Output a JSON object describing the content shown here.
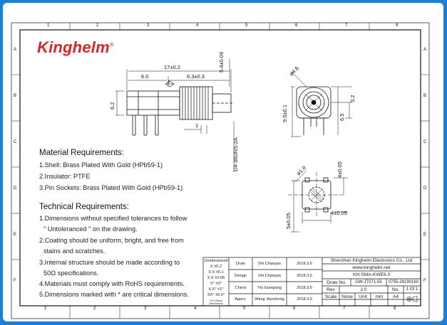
{
  "brand": {
    "name": "Kinghelm",
    "reg": "®"
  },
  "grid": {
    "cols": [
      "1",
      "2",
      "3",
      "4",
      "5",
      "6",
      "7",
      "8"
    ],
    "rows": [
      "A",
      "B",
      "C",
      "D",
      "E",
      "F"
    ]
  },
  "dimensions": {
    "overall_length": "17±0.2",
    "seg_a": "6.0",
    "seg_b": "6.3±0.3",
    "star": "2",
    "height": "5.4±0.09",
    "side": "6.2",
    "pin": "1",
    "thread": "1/4-36UNS-2A",
    "diam": "ø4.6",
    "h2": "9.5±0.1",
    "d32": "3.2",
    "d65": "6.5",
    "diam_pin": "ø1.0",
    "sq1": "4±0.05",
    "sq2": "4±0.05",
    "sq3": "5±0.05"
  },
  "material": {
    "title": "Material Requirements:",
    "items": [
      "1.Shell: Brass Plated With Gold (HPb59-1)",
      "2.Insulator: PTFE",
      "3.Pin Sockets: Brass Plated With Gold (HPb59-1)"
    ]
  },
  "technical": {
    "title": "Technical Requirements:",
    "items": [
      "1.Dimensions without specified tolerances to follow",
      "\" Untoleranced \" on the drawing.",
      "2.Coating should be uniform, bright, and free from",
      "stains and scratches.",
      "3.Internal structure should be made according to",
      "50Ω specifications.",
      "4.Materials must comply with RoHS requirements.",
      "5.Dimensions marked with * are critical dimensions."
    ]
  },
  "tolerance": {
    "title": "Untoleranced",
    "rows": [
      "X  ±0.2",
      "X.X  ±0.1",
      "X.X ±0.05",
      "X°  ±3°",
      "X.X° ±1°",
      "XX° ±0.5°"
    ],
    "note": "For Critical Dimensions"
  },
  "approvals": [
    {
      "role": "Draw",
      "name": "Shi Chaoyan",
      "date": "2018.3.6"
    },
    {
      "role": "Design",
      "name": "Shi Chaoyan",
      "date": "2018.3.6"
    },
    {
      "role": "Check",
      "name": "Yiu Guoqiang",
      "date": "2018.3.6"
    },
    {
      "role": "Appro.",
      "name": "Wang Jianzhong",
      "date": "2018.3.6"
    }
  ],
  "titleblock": {
    "company": "Shenzhen Kinghelm Electronics Co., Ltd",
    "website": "www.kinghelm.net",
    "part": "KH-SMA-KWE6.3",
    "draw_no_label": "Draw No.",
    "draw_no": "GW-JT071-55",
    "phone": "0755-28190160",
    "rev_label": "Rev",
    "rev": "2.0",
    "no_label": "No.",
    "sheet": "1 Of 1",
    "scale_label": "Scale",
    "scale": "None",
    "unit_label": "Unit",
    "unit": "mm",
    "size": "A4"
  }
}
